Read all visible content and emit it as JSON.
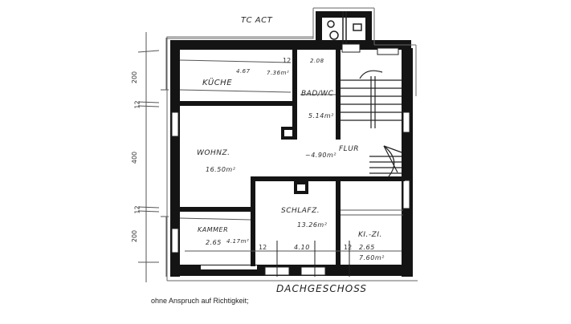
{
  "plan": {
    "title": "DACHGESCHOSS",
    "annotation_top_right": "TC ACT",
    "disclaimer": "ohne Anspruch auf Richtigkeit;",
    "rooms": [
      {
        "name": "KÜCHE",
        "width": "4.67",
        "area": "7.36m²"
      },
      {
        "name": "BAD/WC",
        "width": "2.08",
        "area": "5.14m²"
      },
      {
        "name": "WOHNZ.",
        "area": "16.50m²"
      },
      {
        "name": "FLUR",
        "area": "~4.90m²"
      },
      {
        "name": "SCHLAFZ.",
        "width": "4.10",
        "area": "13.26m²"
      },
      {
        "name": "KAMMER",
        "width": "2.65",
        "area": "4.17m²"
      },
      {
        "name": "KI.-ZI.",
        "width": "2.65",
        "area": "7.60m²"
      }
    ],
    "dimensions": {
      "wall_12_top": "12",
      "wall_12_bottom_left": "12",
      "wall_12_bottom_right": "12",
      "vertical": [
        "200",
        "12",
        "400",
        "12",
        "200"
      ]
    }
  },
  "colors": {
    "wall": "#141414",
    "line": "#3a3a3a",
    "paper": "#ffffff"
  }
}
